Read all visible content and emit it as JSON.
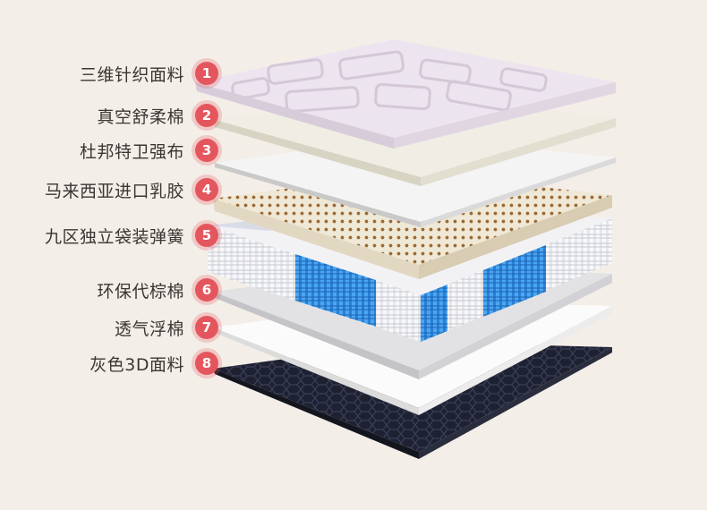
{
  "layers": [
    {
      "number": "1",
      "label": "三维针织面料"
    },
    {
      "number": "2",
      "label": "真空舒柔棉"
    },
    {
      "number": "3",
      "label": "杜邦特卫强布"
    },
    {
      "number": "4",
      "label": "马来西亚进口乳胶"
    },
    {
      "number": "5",
      "label": "九区独立袋装弹簧"
    },
    {
      "number": "6",
      "label": "环保代棕棉"
    },
    {
      "number": "7",
      "label": "透气浮棉"
    },
    {
      "number": "8",
      "label": "灰色3D面料"
    }
  ],
  "colors": {
    "background": "#f4eee8",
    "badge": "#e4565e",
    "fabric_top": "#ece4ec",
    "cotton": "#f1efe6",
    "tyvek": "#f3f3f3",
    "latex": "#efe8d8",
    "spring_white": "#e9eaee",
    "spring_blue": "#2f8fe0",
    "palm": "#e4e4e6",
    "foam": "#fafafa",
    "fabric_3d": "#1f2233"
  }
}
